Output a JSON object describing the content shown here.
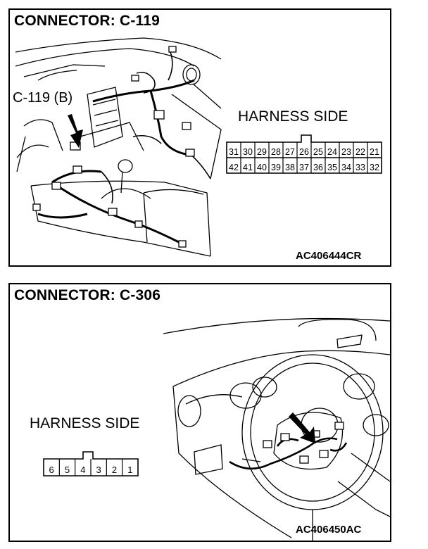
{
  "panels": [
    {
      "title": "CONNECTOR: C-119",
      "callout": "C-119 (B)",
      "harness_label": "HARNESS SIDE",
      "code": "AC406444CR",
      "pins_top": [
        "31",
        "30",
        "29",
        "28",
        "27",
        "26",
        "25",
        "24",
        "23",
        "22",
        "21"
      ],
      "pins_bottom": [
        "42",
        "41",
        "40",
        "39",
        "38",
        "37",
        "36",
        "35",
        "34",
        "33",
        "32"
      ]
    },
    {
      "title": "CONNECTOR: C-306",
      "harness_label": "HARNESS SIDE",
      "code": "AC406450AC",
      "pins": [
        "6",
        "5",
        "4",
        "3",
        "2",
        "1"
      ]
    }
  ]
}
